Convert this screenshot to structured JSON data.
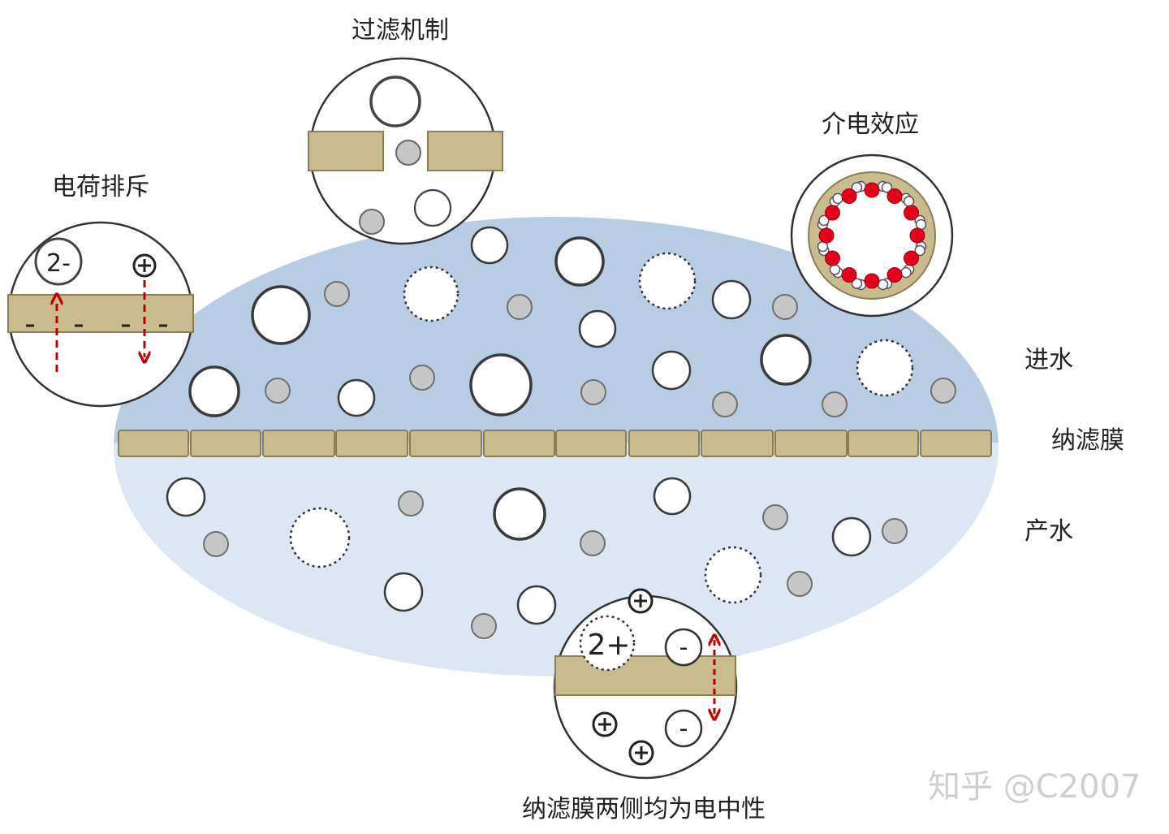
{
  "labels": {
    "filtration": "过滤机制",
    "charge_repulsion": "电荷排斥",
    "dielectric": "介电效应",
    "feed_water": "进水",
    "nf_membrane": "纳滤膜",
    "product_water": "产水",
    "neutral": "纳滤膜两侧均为电中性"
  },
  "ion_text": {
    "divalent_anion": "2-",
    "divalent_cation": "2+",
    "minus": "-",
    "plus": "+"
  },
  "watermark": "知乎 @C2007",
  "colors": {
    "feed": "#b8cce4",
    "product": "#dde7f3",
    "membrane": "#c8bb8e",
    "membrane_edge": "#8a7e55",
    "small_ion": "#c6c6c6",
    "arrow": "#c00000",
    "dielectric_red": "#e3001b"
  }
}
